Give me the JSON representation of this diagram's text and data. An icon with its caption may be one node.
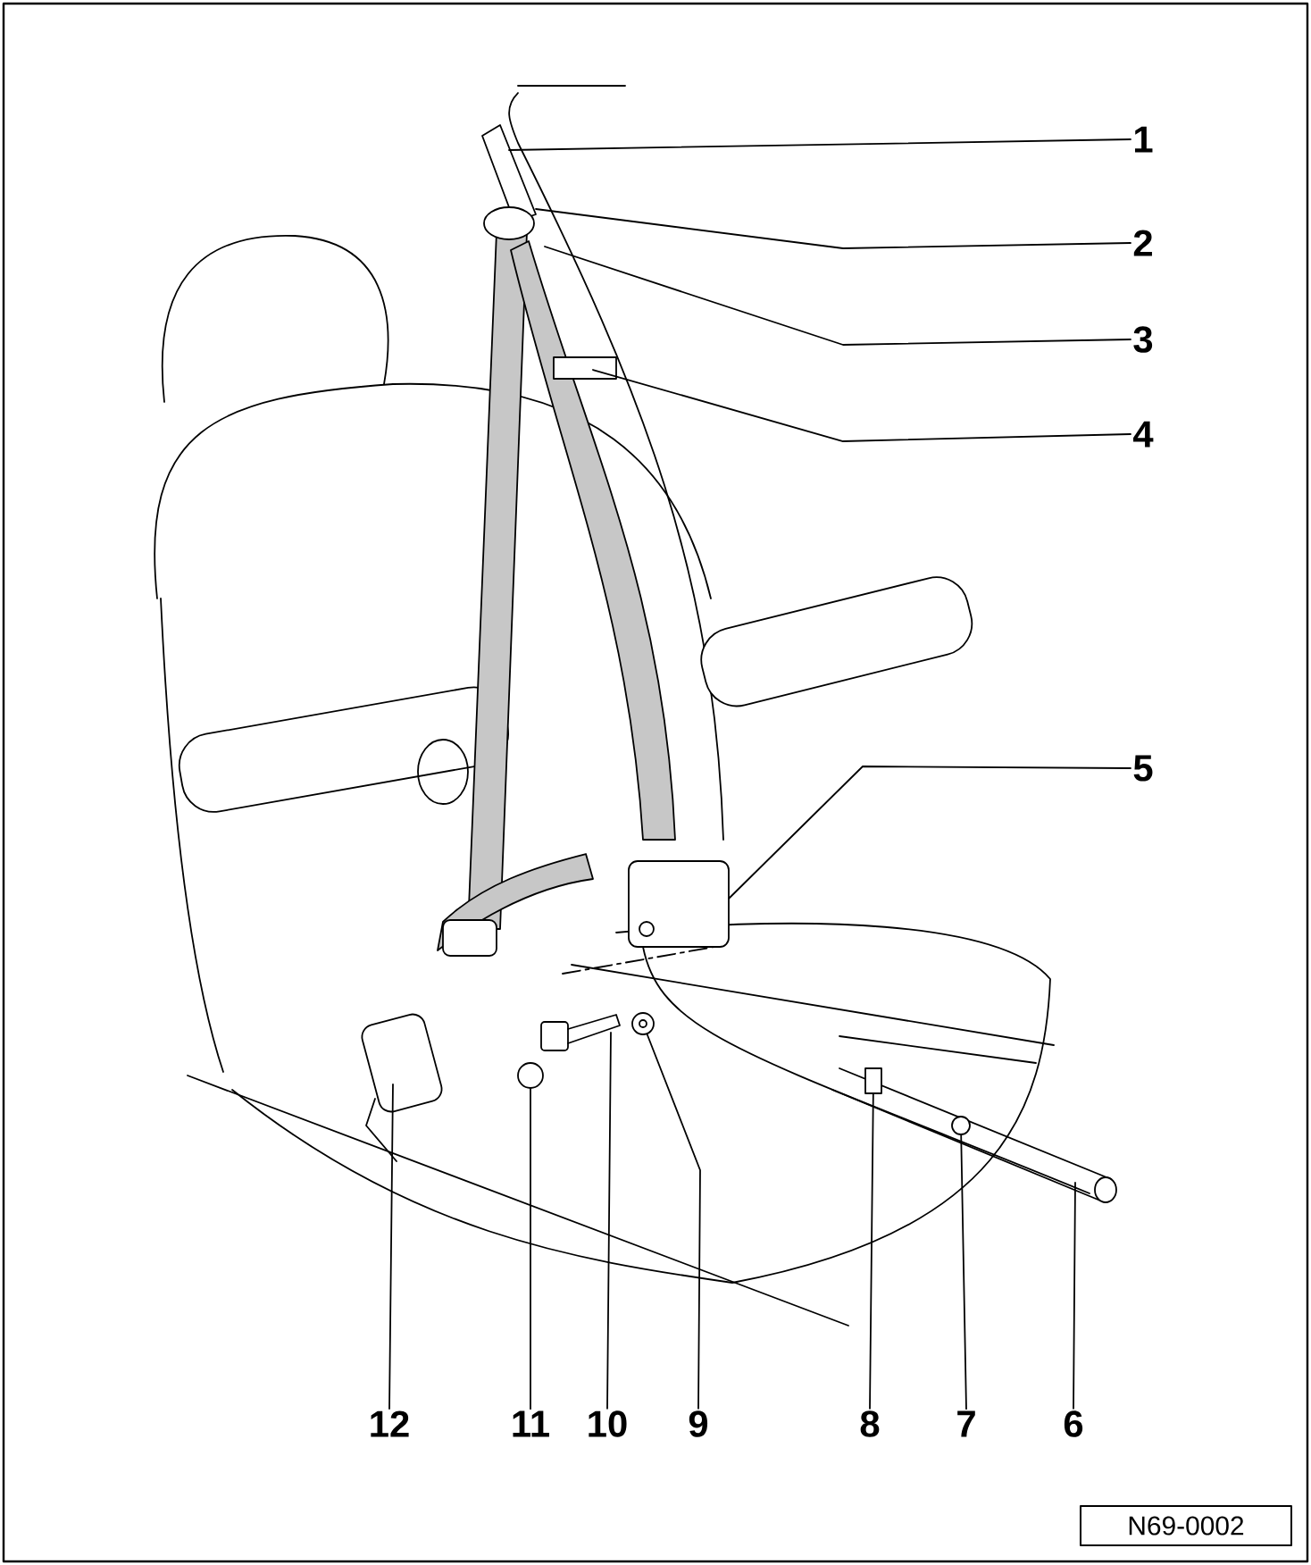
{
  "diagram": {
    "nodes": [
      {
        "text": [
          "1"
        ]
      },
      {
        "text": [
          "2"
        ]
      },
      {
        "text": [
          "3"
        ]
      },
      {
        "text": [
          "4"
        ]
      },
      {
        "text": [
          "5"
        ]
      },
      {
        "text": [
          "6"
        ]
      },
      {
        "text": [
          "7"
        ]
      },
      {
        "text": [
          "8"
        ]
      },
      {
        "text": [
          "9"
        ]
      },
      {
        "text": [
          "10"
        ]
      },
      {
        "text": [
          "11"
        ]
      },
      {
        "text": [
          "12"
        ]
      },
      {
        "text": [
          "N69-0002"
        ]
      },
      {
        "text": [],
        "shape": "circle"
      },
      {
        "text": [],
        "shape": "circle"
      },
      {
        "text": [],
        "shape": "box"
      },
      {
        "text": [],
        "shape": "circle"
      }
    ],
    "edges": [
      {
        "from": 0,
        "to": null,
        "arrow": "none"
      },
      {
        "from": 1,
        "to": null,
        "arrow": "none"
      },
      {
        "from": 2,
        "to": null,
        "arrow": "none"
      },
      {
        "from": 3,
        "to": null,
        "arrow": "none"
      },
      {
        "from": 4,
        "to": null,
        "arrow": "none"
      },
      {
        "from": 5,
        "to": null,
        "arrow": "none"
      },
      {
        "from": 6,
        "to": 16,
        "arrow": "none"
      },
      {
        "from": 7,
        "to": 15,
        "arrow": "none"
      },
      {
        "from": 8,
        "to": 14,
        "arrow": "none"
      },
      {
        "from": 9,
        "to": null,
        "arrow": "none"
      },
      {
        "from": 10,
        "to": 13,
        "arrow": "none"
      },
      {
        "from": 11,
        "to": null,
        "arrow": "none"
      }
    ]
  }
}
